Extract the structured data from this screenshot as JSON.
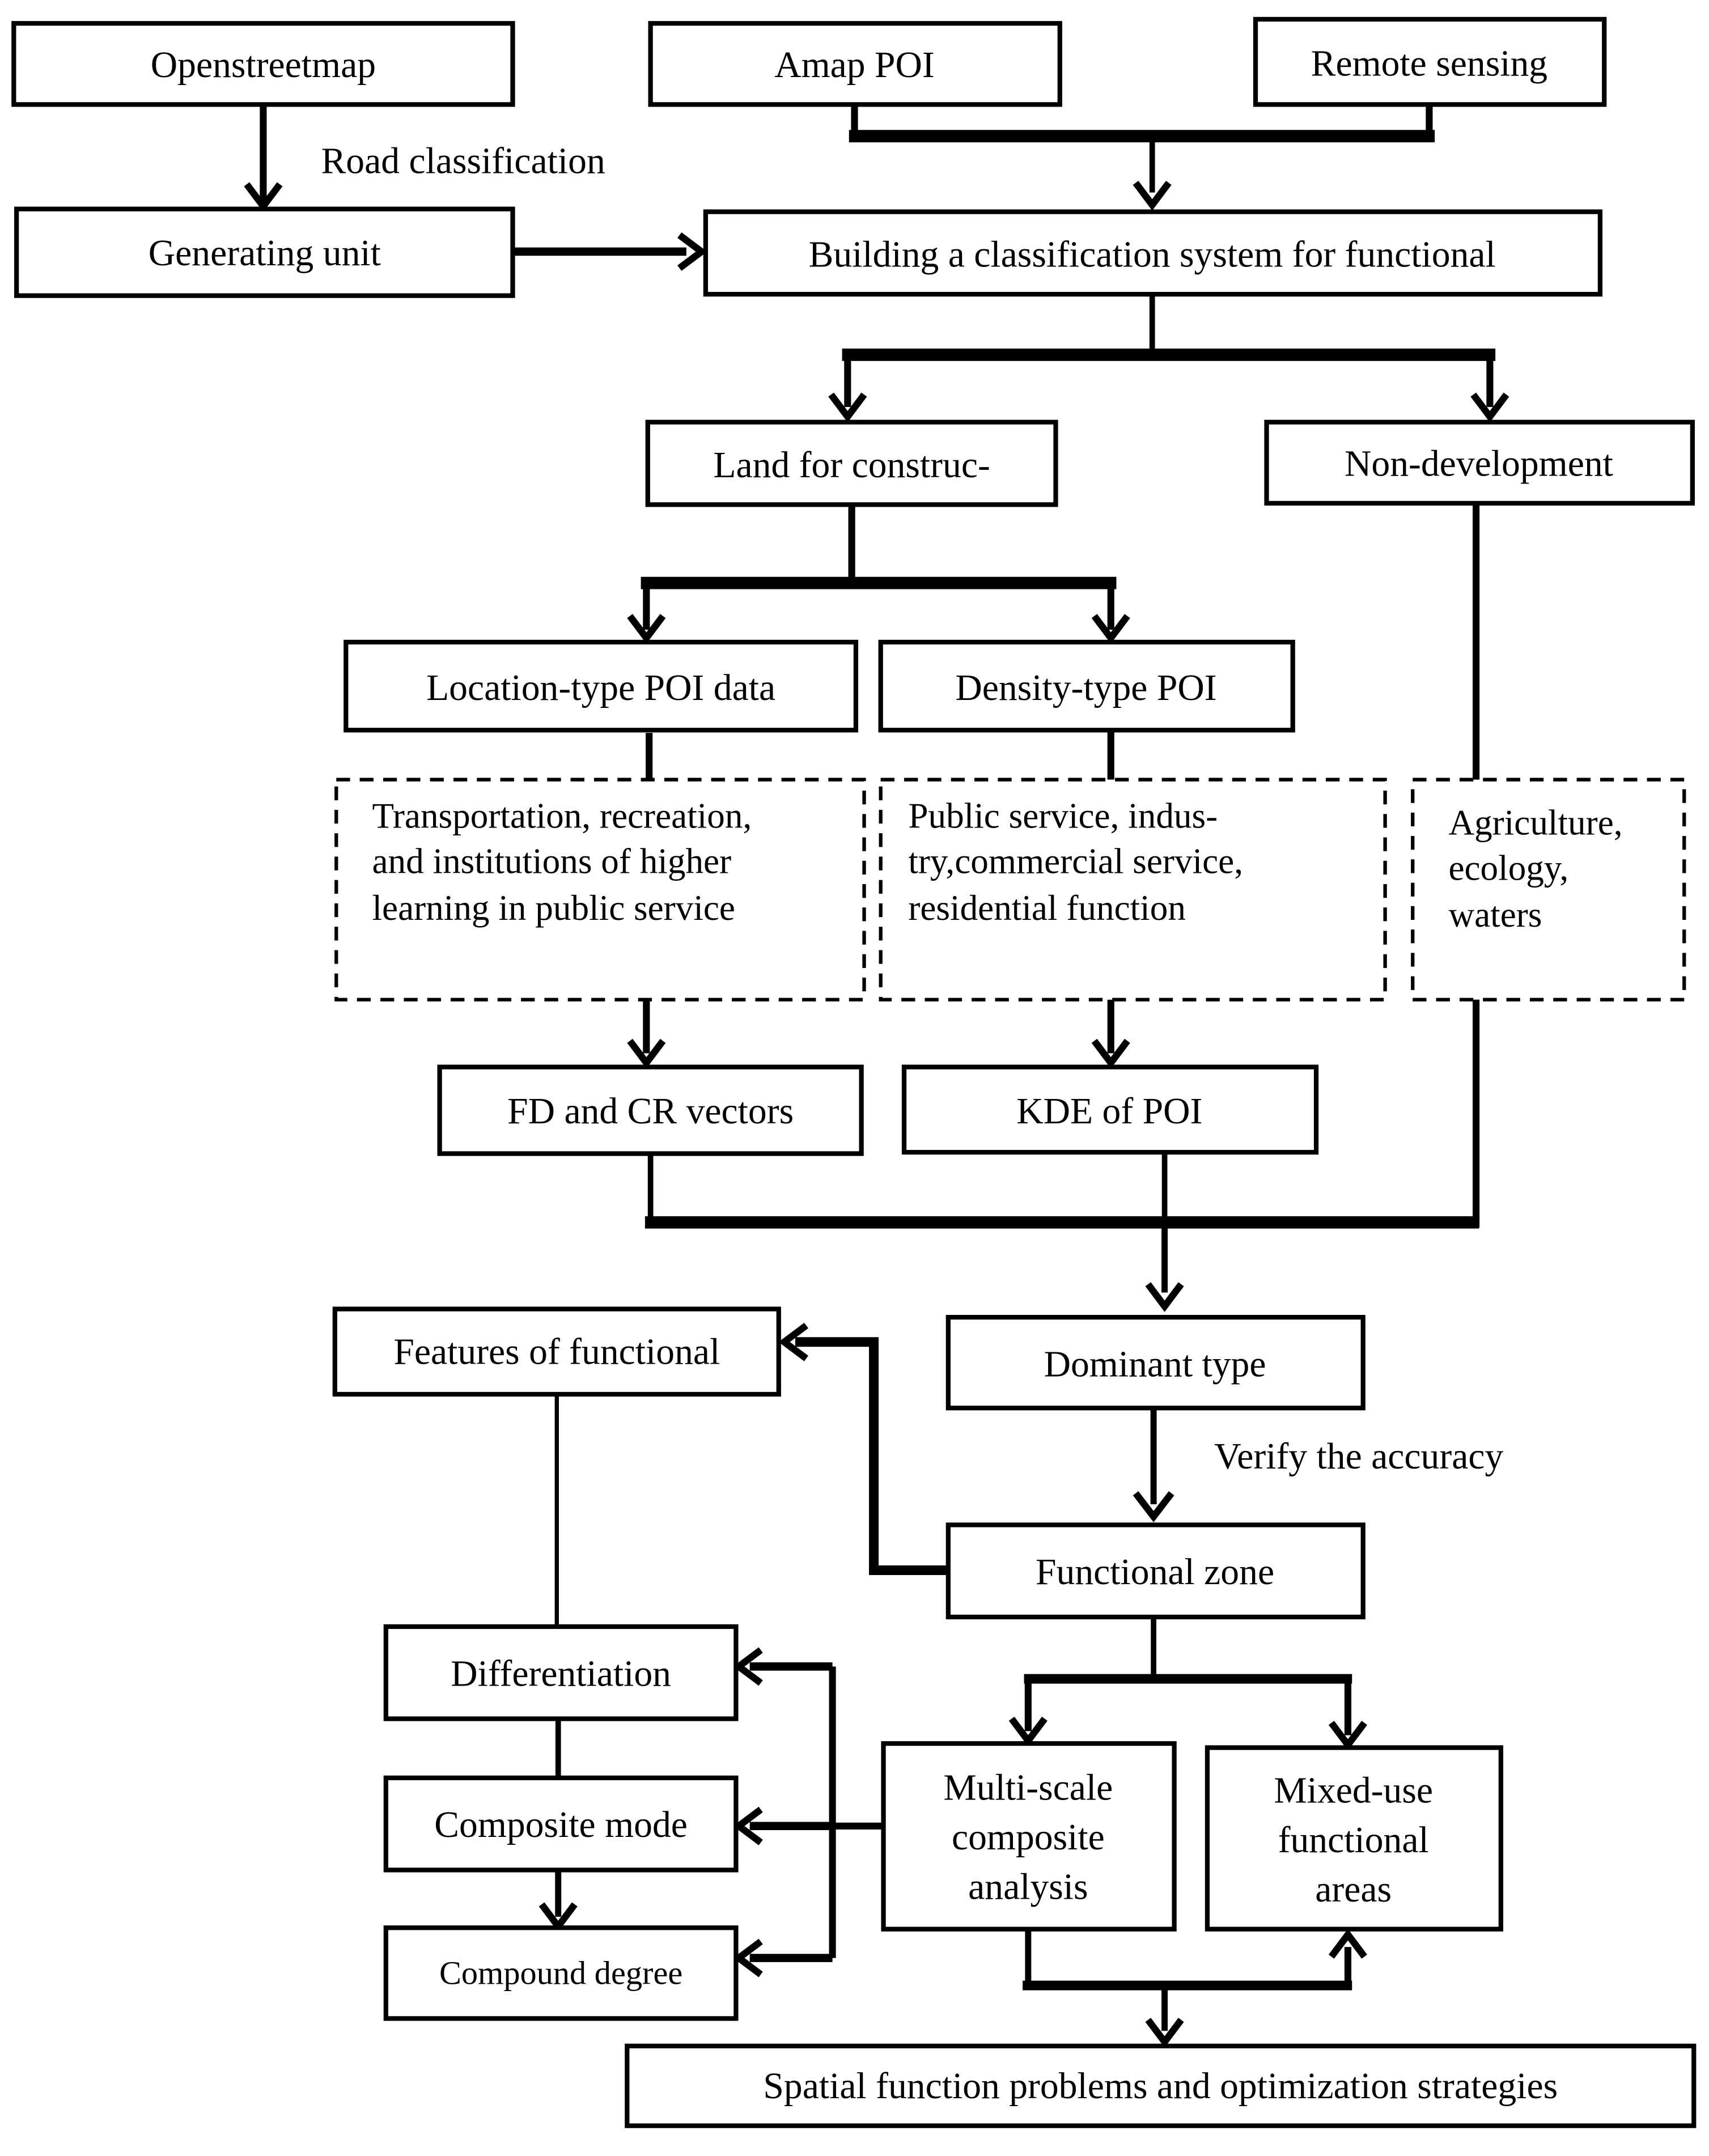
{
  "figure": {
    "type": "flowchart",
    "colors": {
      "ink": "#000000",
      "paper": "#ffffff"
    }
  },
  "nodes": {
    "openstreetmap": {
      "label": "Openstreetmap"
    },
    "amap_poi": {
      "label": "Amap POI"
    },
    "remote_sensing": {
      "label": "Remote sensing"
    },
    "generating_unit": {
      "label": "Generating unit"
    },
    "building_system": {
      "label": "Building a classification system for functional"
    },
    "land_construction": {
      "label": "Land for construc-"
    },
    "non_development": {
      "label": "Non-development"
    },
    "location_poi": {
      "label": "Location-type POI data"
    },
    "density_poi": {
      "label": "Density-type POI"
    },
    "transport_note": {
      "lines": [
        "Transportation, recreation,",
        "and institutions of higher",
        "learning in public service"
      ]
    },
    "public_note": {
      "lines": [
        "Public service, indus-",
        "try,commercial service,",
        "residential function"
      ]
    },
    "agriculture_note": {
      "lines": [
        "Agriculture,",
        "ecology,",
        "waters"
      ]
    },
    "fd_cr_vectors": {
      "label": "FD and CR vectors"
    },
    "kde_poi": {
      "label": "KDE of POI"
    },
    "features_functional": {
      "label": "Features  of  functional"
    },
    "dominant_type": {
      "label": "Dominant type"
    },
    "functional_zone": {
      "label": "Functional zone"
    },
    "differentiation": {
      "label": "Differentiation"
    },
    "composite_mode": {
      "label": "Composite mode"
    },
    "compound_degree": {
      "label": "Compound degree"
    },
    "multi_scale": {
      "lines": [
        "Multi-scale",
        "composite",
        "analysis"
      ]
    },
    "mixed_use": {
      "lines": [
        "Mixed-use",
        "functional",
        "areas"
      ]
    },
    "spatial_problems": {
      "label": "Spatial function problems and optimization strategies"
    }
  },
  "edge_labels": {
    "road_classification": "Road classification",
    "verify_accuracy": "Verify the accuracy"
  }
}
